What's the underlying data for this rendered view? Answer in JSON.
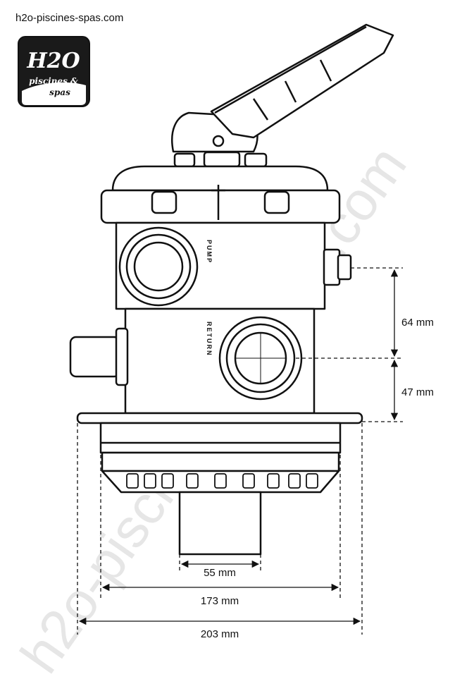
{
  "site_label": "h2o-piscines-spas.com",
  "watermark": "h2o-piscines-et-spas.com",
  "logo": {
    "mark": "H2O",
    "line1": "piscines &",
    "line2": "spas"
  },
  "valve_labels": {
    "pump": "PUMP",
    "return": "RETURN"
  },
  "dimensions": {
    "d64": "64 mm",
    "d47": "47 mm",
    "d55": "55 mm",
    "d173": "173 mm",
    "d203": "203 mm"
  },
  "colors": {
    "ink": "#111111",
    "watermark": "#e6e6e6",
    "logo_bg": "#1a1a1a"
  }
}
